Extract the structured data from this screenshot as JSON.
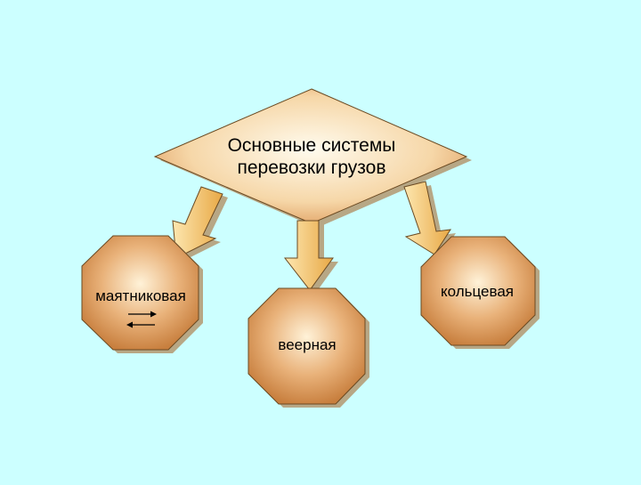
{
  "diagram": {
    "root": {
      "line1": "Основные системы",
      "line2": "перевозки грузов"
    },
    "nodes": {
      "pendulum": "маятниковая",
      "fan": "веерная",
      "ring": "кольцевая"
    }
  },
  "colors": {
    "background": "#ccffff",
    "shape_light": "#fff0d0",
    "shape_dark": "#c87f3e",
    "shadow": "#b7a785",
    "arrow_fill": "#f0b84e"
  }
}
